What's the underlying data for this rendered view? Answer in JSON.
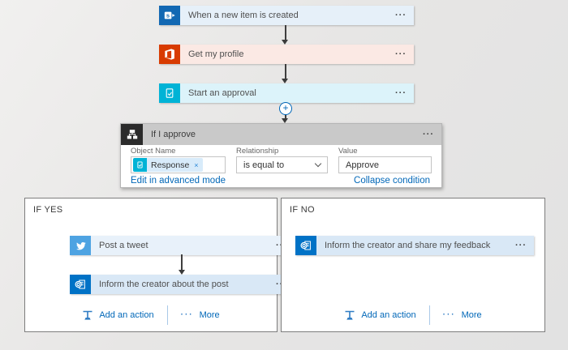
{
  "ui": {
    "menu_glyph": "···",
    "plus_glyph": "+",
    "colors": {
      "accent_blue": "#0067b8",
      "sharepoint_blue": "#1268b3",
      "office_red": "#d83b01",
      "approvals_cyan": "#00b3d6",
      "twitter_blue": "#4ea3e2",
      "outlook_blue": "#0072c6",
      "condition_black": "#2b2b2b"
    }
  },
  "top_chain": {
    "cards": [
      {
        "label": "When a new item is created",
        "icon": "sharepoint-icon"
      },
      {
        "label": "Get my profile",
        "icon": "office365-icon"
      },
      {
        "label": "Start an approval",
        "icon": "approvals-icon"
      }
    ]
  },
  "condition": {
    "title": "If I approve",
    "icon": "condition-icon",
    "object_name": {
      "label": "Object Name",
      "token_label": "Response",
      "token_icon": "approvals-icon",
      "remove_glyph": "×"
    },
    "relationship": {
      "label": "Relationship",
      "value": "is equal to"
    },
    "value": {
      "label": "Value",
      "value": "Approve"
    },
    "advanced_link": "Edit in advanced mode",
    "collapse_link": "Collapse condition"
  },
  "branch_yes": {
    "title": "IF YES",
    "cards": [
      {
        "label": "Post a tweet",
        "icon": "twitter-icon"
      },
      {
        "label": "Inform the creator about the post",
        "icon": "outlook-icon"
      }
    ],
    "add_action_label": "Add an action",
    "more_dots": "···",
    "more_label": "More"
  },
  "branch_no": {
    "title": "IF NO",
    "cards": [
      {
        "label": "Inform the creator and share my feedback",
        "icon": "outlook-icon"
      }
    ],
    "add_action_label": "Add an action",
    "more_dots": "···",
    "more_label": "More"
  }
}
